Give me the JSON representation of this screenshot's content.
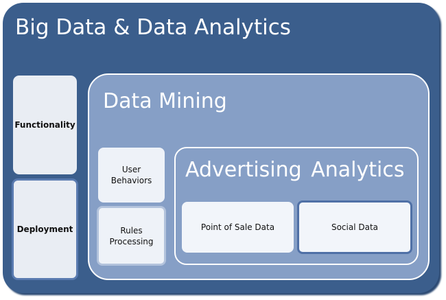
{
  "title": "Big Data & Data Analytics",
  "side": {
    "functionality": "Functionality",
    "deployment": "Deployment"
  },
  "data_mining": {
    "title": "Data Mining",
    "user_behaviors": "User Behaviors",
    "rules_processing": "Rules Processing",
    "advertising": {
      "title": "Advertising Analytics",
      "point_of_sale": "Point of Sale Data",
      "social": "Social Data"
    }
  }
}
